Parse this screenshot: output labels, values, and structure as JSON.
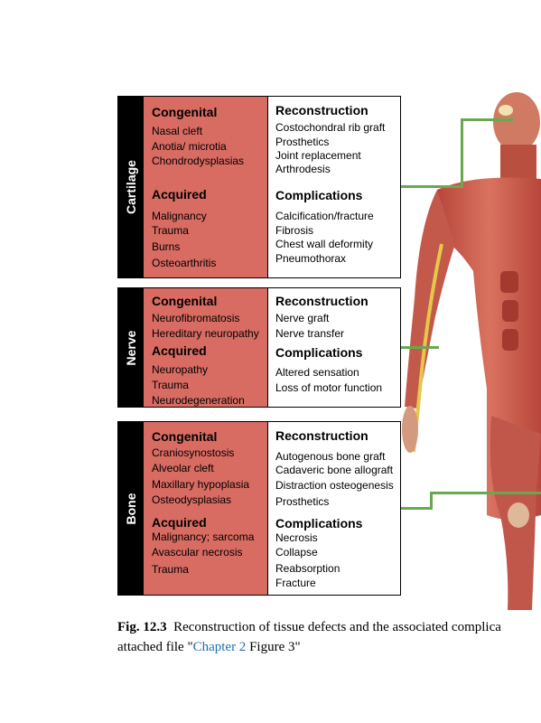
{
  "panels": [
    {
      "label": "Cartilage",
      "congenital_title": "Congenital",
      "congenital": [
        "Nasal cleft",
        "Anotia/ microtia",
        "Chondrodysplasias"
      ],
      "acquired_title": "Acquired",
      "acquired": [
        "Malignancy",
        "Trauma",
        "Burns",
        "Osteoarthritis"
      ],
      "reconstruction_title": "Reconstruction",
      "reconstruction": [
        "Costochondral rib graft",
        "Prosthetics",
        "Joint replacement",
        "Arthrodesis"
      ],
      "complications_title": "Complications",
      "complications": [
        "Calcification/fracture",
        "Fibrosis",
        "Chest wall deformity",
        "Pneumothorax"
      ]
    },
    {
      "label": "Nerve",
      "congenital_title": "Congenital",
      "congenital": [
        "Neurofibromatosis",
        "Hereditary neuropathy"
      ],
      "acquired_title": "Acquired",
      "acquired": [
        "Neuropathy",
        "Trauma",
        "Neurodegeneration"
      ],
      "reconstruction_title": "Reconstruction",
      "reconstruction": [
        "Nerve graft",
        "Nerve transfer"
      ],
      "complications_title": "Complications",
      "complications": [
        "Altered sensation",
        "Loss of motor function"
      ]
    },
    {
      "label": "Bone",
      "congenital_title": "Congenital",
      "congenital": [
        "Craniosynostosis",
        "Alveolar cleft",
        "Maxillary hypoplasia",
        "Osteodysplasias"
      ],
      "acquired_title": "Acquired",
      "acquired": [
        "Malignancy; sarcoma",
        "Avascular necrosis",
        "Trauma"
      ],
      "reconstruction_title": "Reconstruction",
      "reconstruction": [
        "Autogenous bone graft",
        "Cadaveric bone allograft",
        "Distraction osteogenesis",
        "Prosthetics"
      ],
      "complications_title": "Complications",
      "complications": [
        "Necrosis",
        "Collapse",
        "Reabsorption",
        "Fracture"
      ]
    }
  ],
  "caption": {
    "label": "Fig. 12.3",
    "text": "Reconstruction of tissue defects and the associated complica",
    "line2_pre": "attached file \"",
    "link": "Chapter 2",
    "line2_post": " Figure 3\""
  },
  "colors": {
    "acquired_bg": "#d86b62",
    "connector": "#6aa84f",
    "link": "#1f6fb5"
  }
}
